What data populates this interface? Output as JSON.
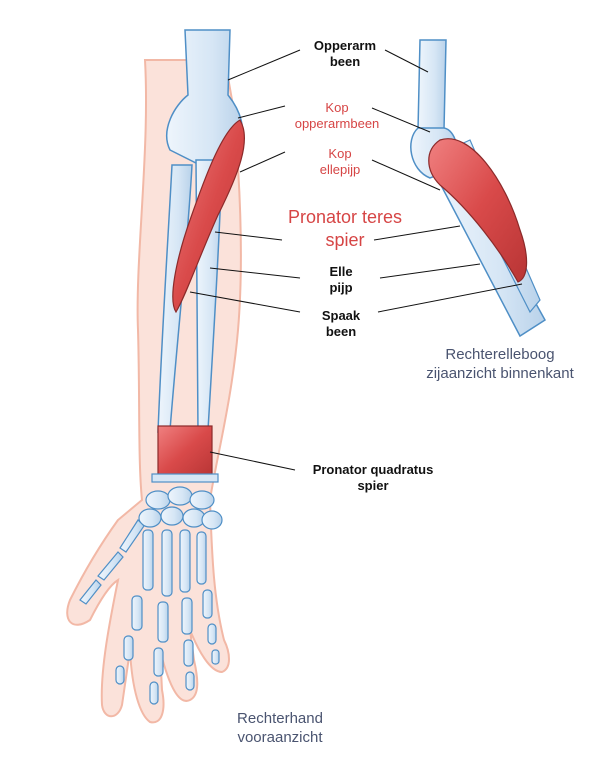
{
  "labels": {
    "humerus_line1": "Opperarm",
    "humerus_line2": "been",
    "head_humeral_line1": "Kop",
    "head_humeral_line2": "opperarmbeen",
    "head_ulnar_line1": "Kop",
    "head_ulnar_line2": "ellepijp",
    "pronator_teres_line1": "Pronator teres",
    "pronator_teres_line2": "spier",
    "ulna_line1": "Elle",
    "ulna_line2": "pijp",
    "radius_line1": "Spaak",
    "radius_line2": "been",
    "quadratus_line1": "Pronator quadratus",
    "quadratus_line2": "spier"
  },
  "captions": {
    "elbow_line1": "Rechterelleboog",
    "elbow_line2": "zijaanzicht binnenkant",
    "hand_line1": "Rechterhand",
    "hand_line2": "vooraanzicht"
  },
  "colors": {
    "bone": "#d6e6f5",
    "bone_outline": "#4f8fc6",
    "muscle": "#d94a4a",
    "skin": "#f8d3c8",
    "label_dark": "#111111",
    "label_red": "#d64545",
    "caption": "#4a5470"
  }
}
